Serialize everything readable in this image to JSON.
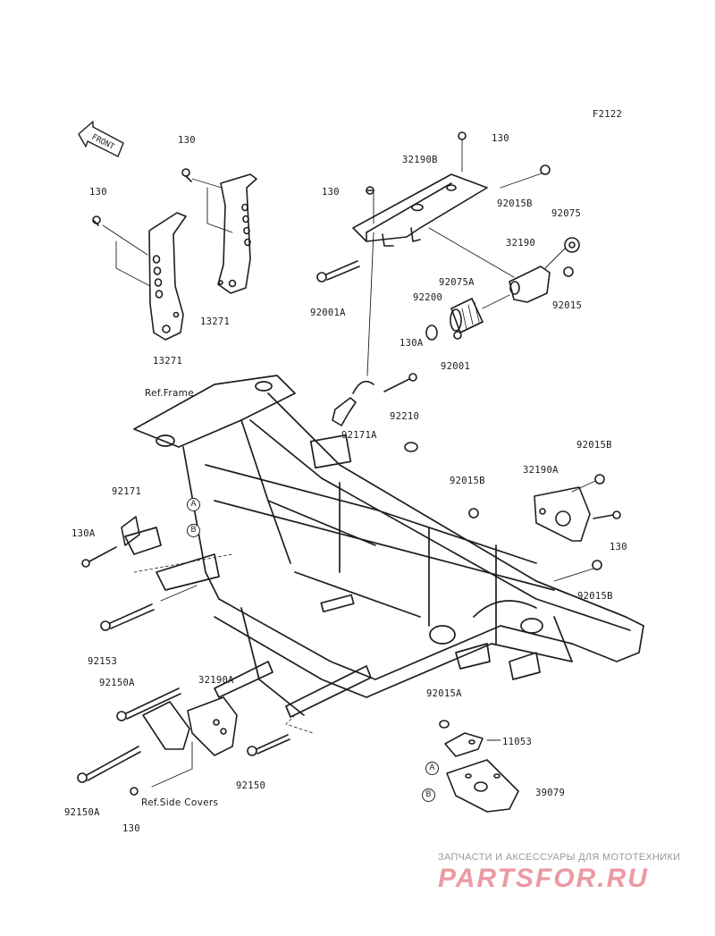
{
  "figure_code": "F2122",
  "front_arrow": "FRONT",
  "refs": {
    "frame": "Ref.Frame",
    "side_covers": "Ref.Side Covers"
  },
  "callouts": {
    "a": "A",
    "b": "B"
  },
  "parts": {
    "p130_a": "130",
    "p130_b": "130",
    "p130_c": "130",
    "p130_d": "130",
    "p130_e": "130",
    "p130_f": "130",
    "p130A_a": "130A",
    "p130A_b": "130A",
    "p13271_a": "13271",
    "p13271_b": "13271",
    "p32190B": "32190B",
    "p32190": "32190",
    "p32190A_a": "32190A",
    "p32190A_b": "32190A",
    "p92015B_a": "92015B",
    "p92015B_b": "92015B",
    "p92015B_c": "92015B",
    "p92015B_d": "92015B",
    "p92015": "92015",
    "p92015A": "92015A",
    "p92075": "92075",
    "p92075A": "92075A",
    "p92200": "92200",
    "p92001A": "92001A",
    "p92001": "92001",
    "p92171A": "92171A",
    "p92171": "92171",
    "p92210": "92210",
    "p92153": "92153",
    "p92150": "92150",
    "p92150A_a": "92150A",
    "p92150A_b": "92150A",
    "p11053": "11053",
    "p39079": "39079"
  },
  "watermark": {
    "line1": "ЗАПЧАСТИ И АКСЕССУАРЫ ДЛЯ МОТОТЕХНИКИ",
    "line2": "PARTSFOR.RU"
  }
}
